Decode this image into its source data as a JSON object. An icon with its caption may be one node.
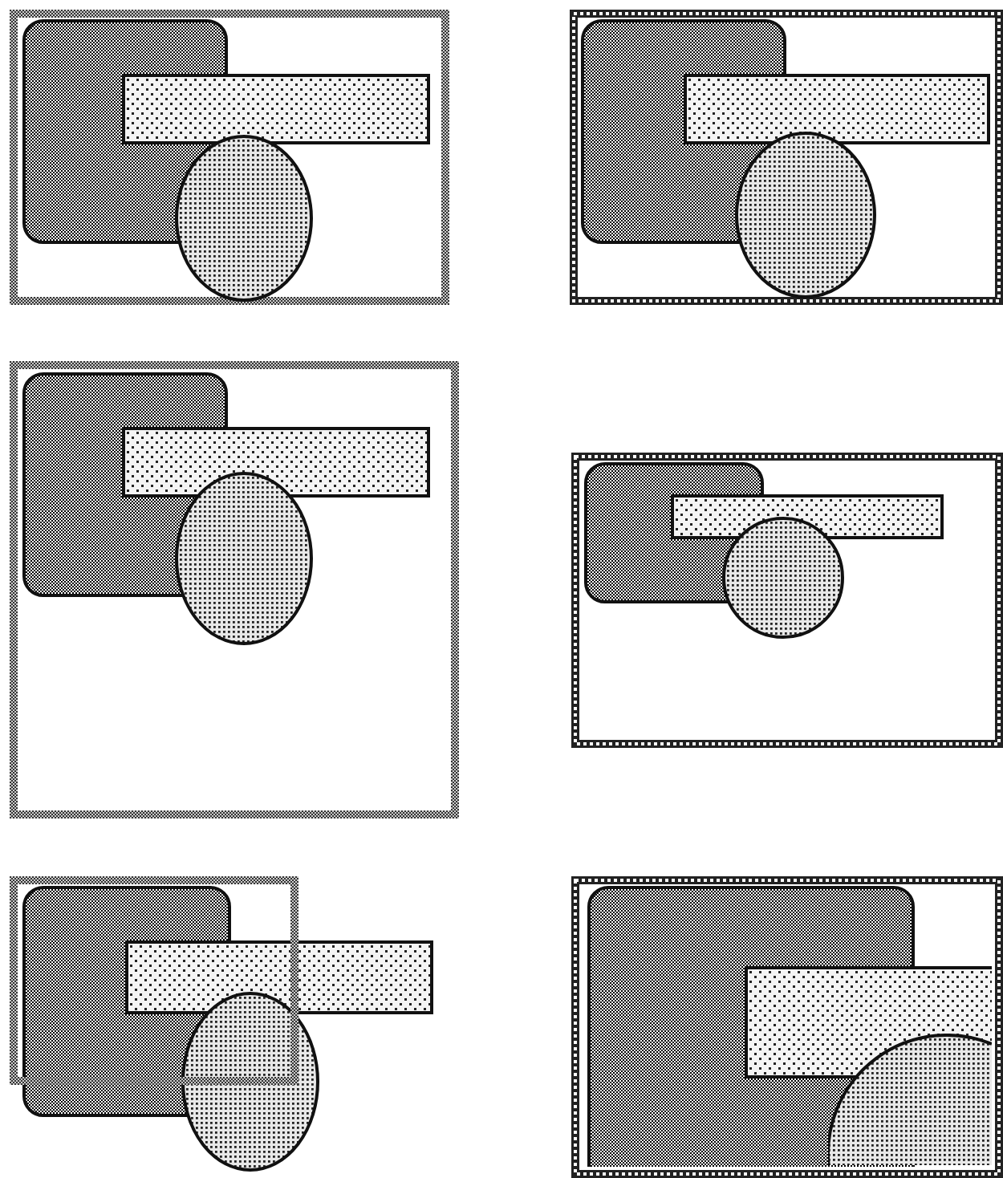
{
  "diagram": {
    "nodes": [
      {
        "text": [],
        "shape": "box"
      },
      {
        "text": [],
        "shape": "box",
        "in": 0
      },
      {
        "text": [],
        "shape": "bar",
        "in": 0
      },
      {
        "text": [],
        "shape": "ellipse",
        "in": 0
      },
      {
        "text": [],
        "shape": "box"
      },
      {
        "text": [],
        "shape": "box",
        "in": 4
      },
      {
        "text": [],
        "shape": "bar",
        "in": 4
      },
      {
        "text": [],
        "shape": "ellipse",
        "in": 4
      },
      {
        "text": [],
        "shape": "box"
      },
      {
        "text": [],
        "shape": "box",
        "in": 8
      },
      {
        "text": [],
        "shape": "bar",
        "in": 8
      },
      {
        "text": [],
        "shape": "ellipse",
        "in": 8
      },
      {
        "text": [],
        "shape": "box"
      },
      {
        "text": [],
        "shape": "box",
        "in": 12
      },
      {
        "text": [],
        "shape": "bar",
        "in": 12
      },
      {
        "text": [],
        "shape": "circle",
        "in": 12
      },
      {
        "text": [],
        "shape": "box"
      },
      {
        "text": [],
        "shape": "box"
      },
      {
        "text": [],
        "shape": "bar"
      },
      {
        "text": [],
        "shape": "ellipse"
      },
      {
        "text": [],
        "shape": "box"
      },
      {
        "text": [],
        "shape": "box",
        "in": 20
      },
      {
        "text": [],
        "shape": "bar",
        "in": 20
      },
      {
        "text": [],
        "shape": "ellipse",
        "in": 20
      }
    ]
  }
}
